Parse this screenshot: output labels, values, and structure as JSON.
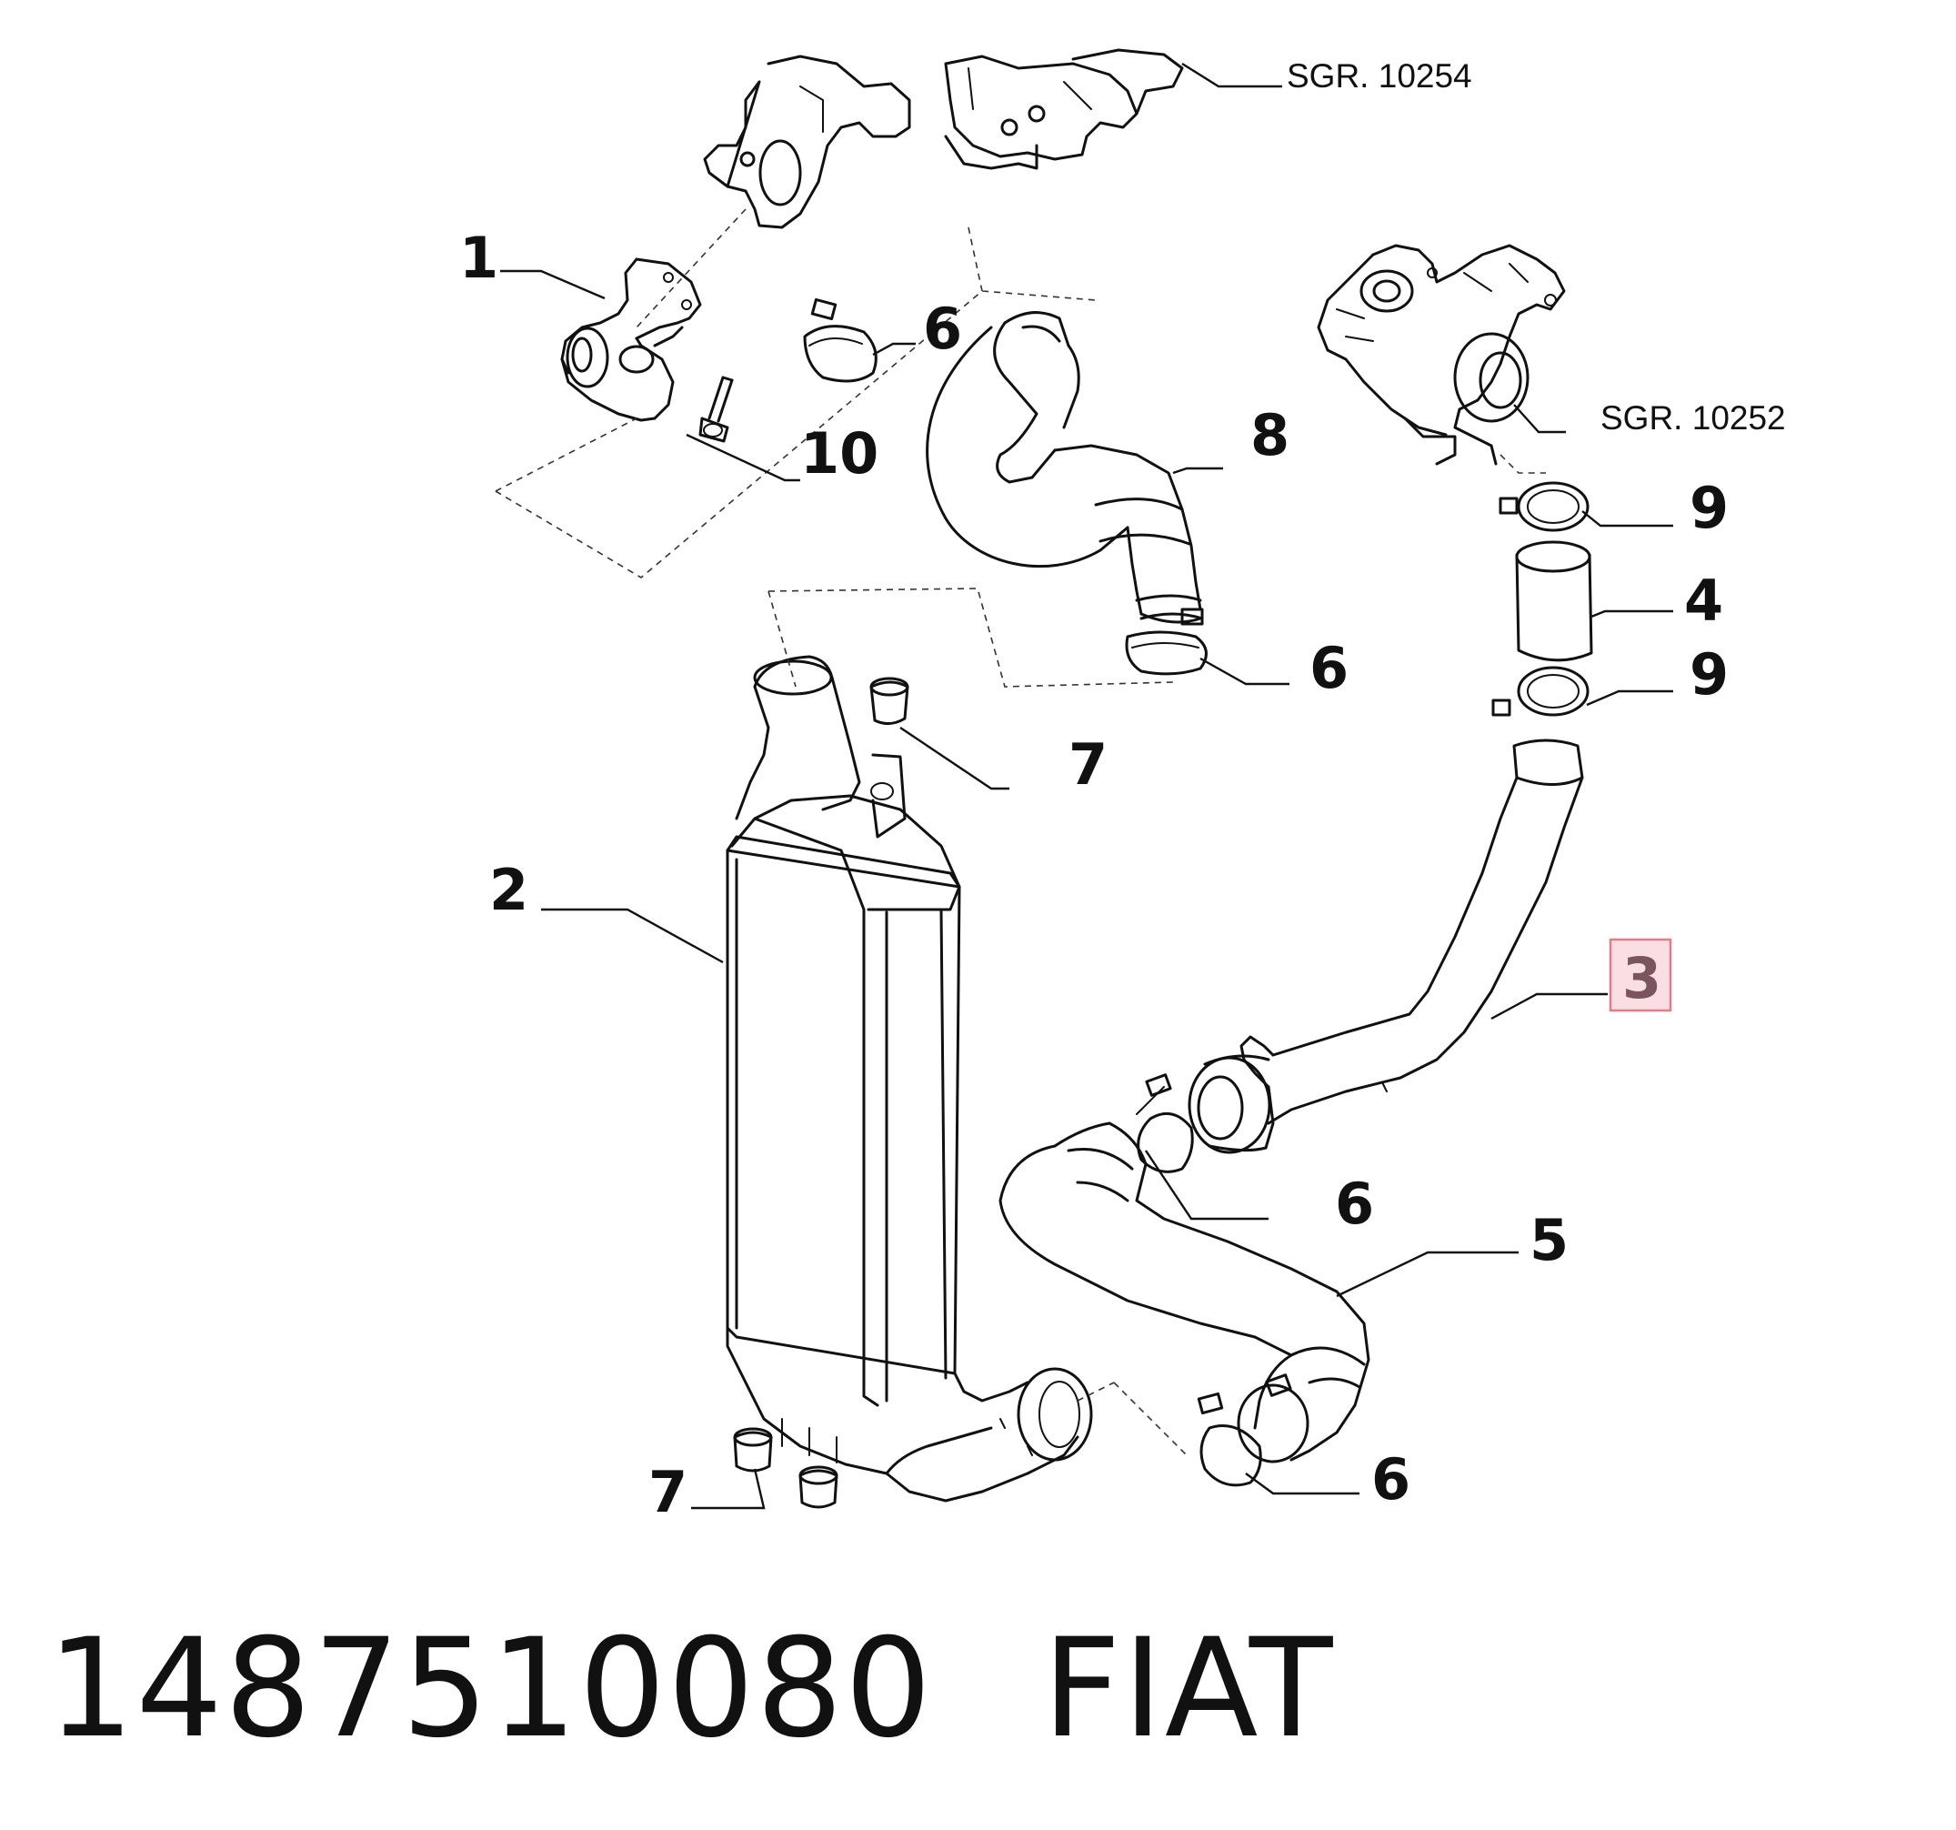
{
  "references": {
    "sgr_top": "SGR. 10254",
    "sgr_right": "SGR. 10252"
  },
  "callouts": [
    {
      "id": "1",
      "text": "1"
    },
    {
      "id": "2",
      "text": "2"
    },
    {
      "id": "3",
      "text": "3",
      "highlighted": true
    },
    {
      "id": "4",
      "text": "4"
    },
    {
      "id": "5",
      "text": "5"
    },
    {
      "id": "6a",
      "text": "6"
    },
    {
      "id": "6b",
      "text": "6"
    },
    {
      "id": "6c",
      "text": "6"
    },
    {
      "id": "6d",
      "text": "6"
    },
    {
      "id": "7a",
      "text": "7"
    },
    {
      "id": "7b",
      "text": "7"
    },
    {
      "id": "8",
      "text": "8"
    },
    {
      "id": "9a",
      "text": "9"
    },
    {
      "id": "9b",
      "text": "9"
    },
    {
      "id": "10",
      "text": "10"
    }
  ],
  "footer": {
    "part_number": "1487510080",
    "brand": "FIAT"
  },
  "colors": {
    "highlight_fill": "#f9dfe3",
    "highlight_stroke": "#e57b8a",
    "highlight_text": "#7a5560",
    "line": "#111111"
  }
}
